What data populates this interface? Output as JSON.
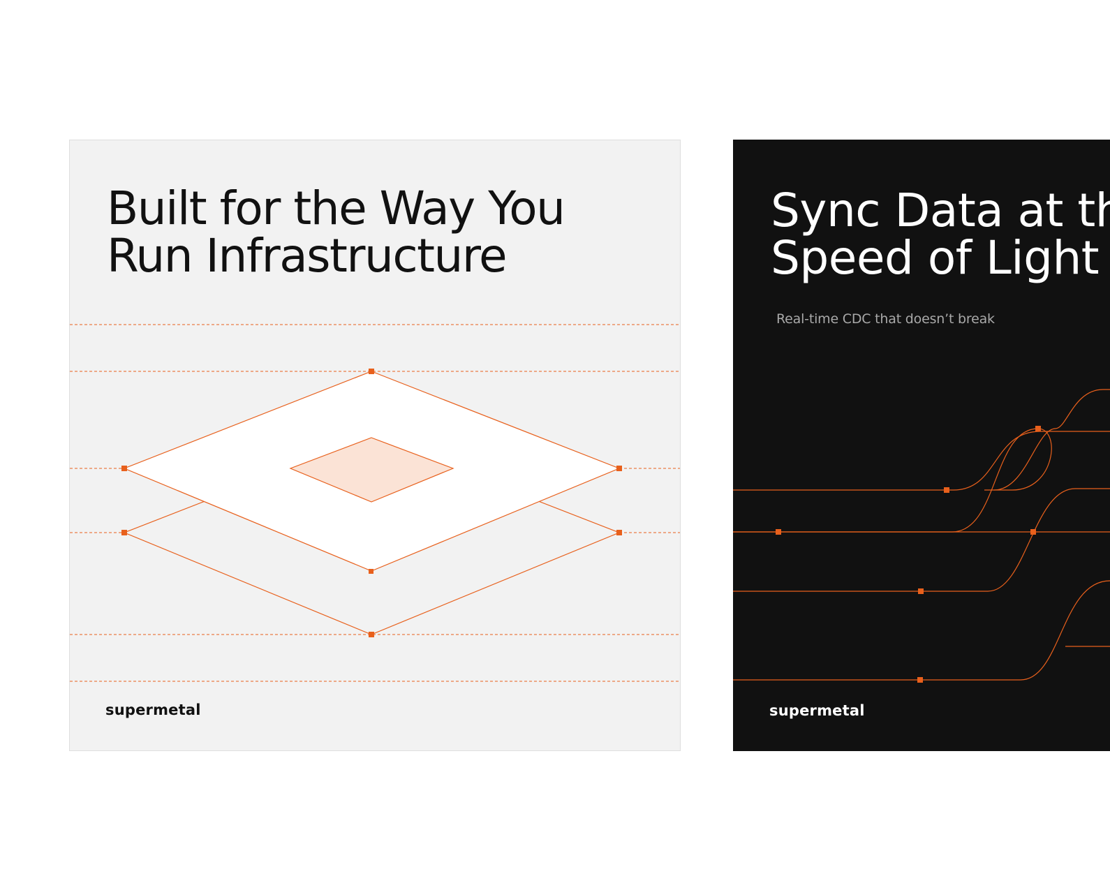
{
  "colors": {
    "accent": "#e8601c",
    "light_bg": "#f2f2f2",
    "dark_bg": "#111111",
    "fill_tint": "#fbe3d6"
  },
  "card_light": {
    "headline": [
      "Built for the Way You",
      "Run Infrastructure"
    ],
    "brand": "supermetal"
  },
  "card_dark": {
    "headline": [
      "Sync Data at the",
      "Speed of Light"
    ],
    "subtitle": "Real-time CDC that doesn’t break",
    "brand": "supermetal"
  }
}
